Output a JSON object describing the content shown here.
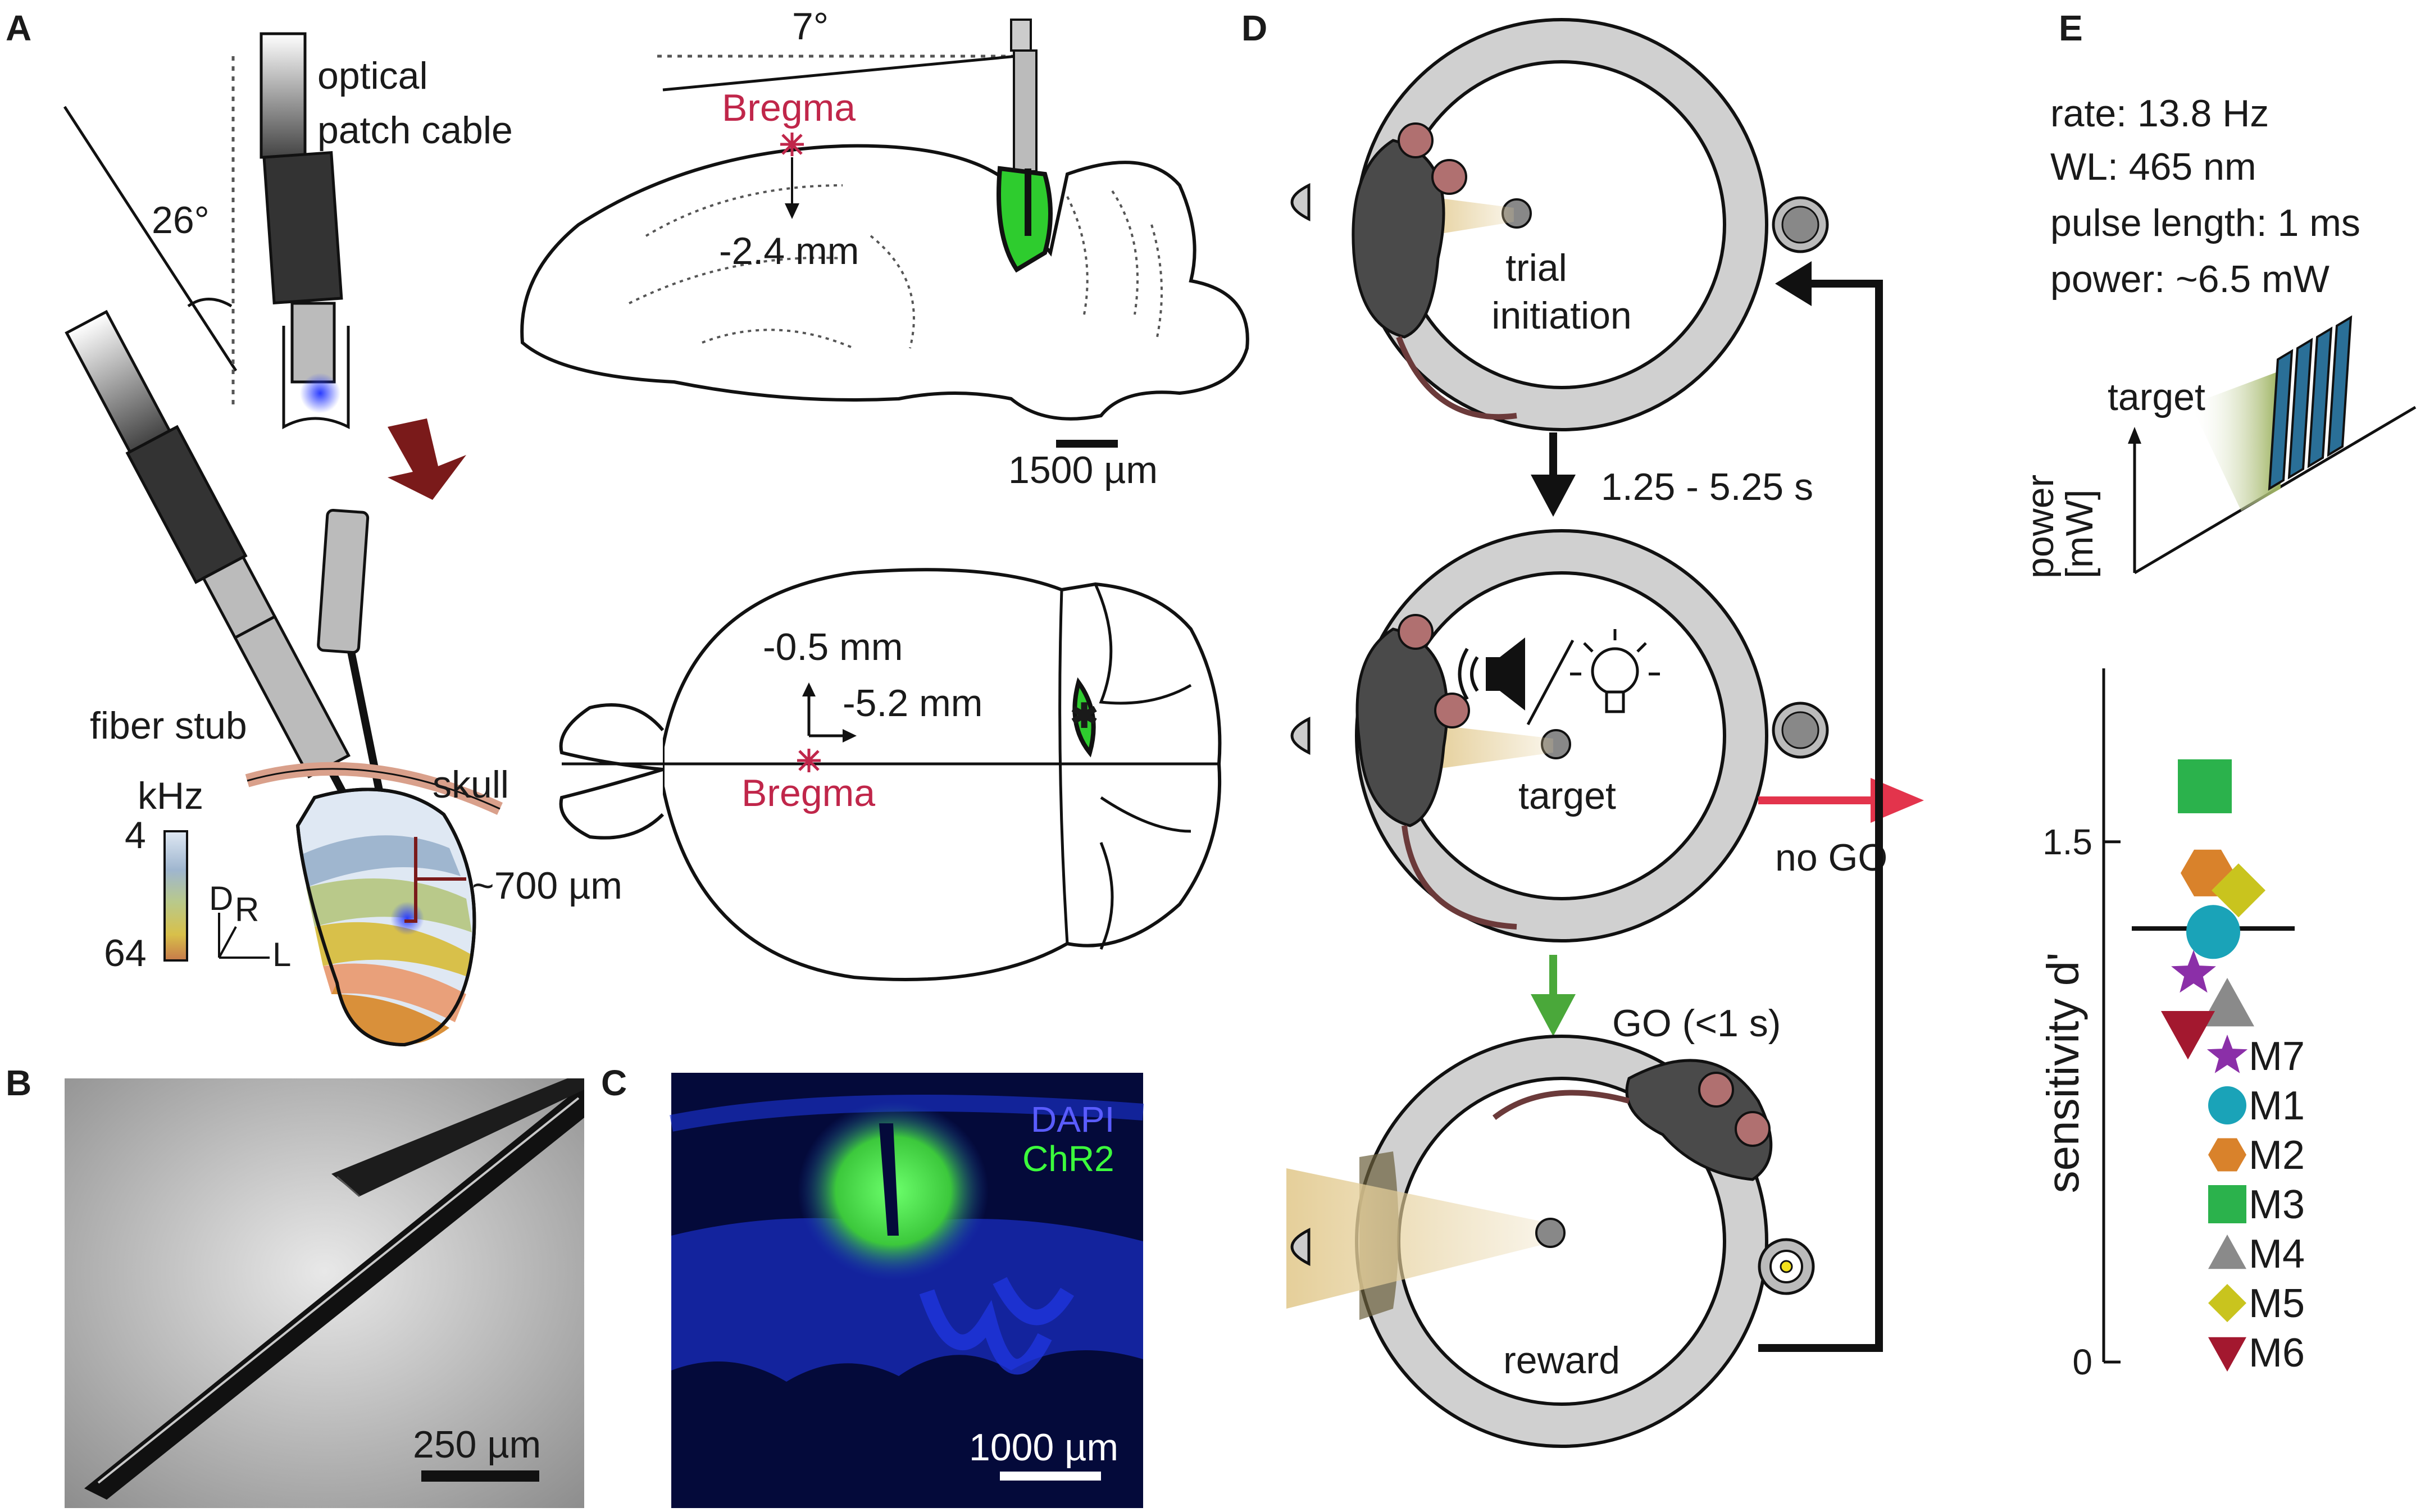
{
  "panels": {
    "a": "A",
    "b": "B",
    "c": "C",
    "d": "D",
    "e": "E"
  },
  "panel_a": {
    "angle_left": "26°",
    "angle_top": "7°",
    "cable": [
      "optical",
      "patch cable"
    ],
    "fiber_stub": "fiber stub",
    "skull": "skull",
    "depth": "~700 µm",
    "bregma_side": "Bregma",
    "ap_side": "-2.4 mm",
    "scale_side": "1500 µm",
    "ml_top": "-0.5 mm",
    "ap_top": "-5.2 mm",
    "bregma_top": "Bregma",
    "freq_unit": "kHz",
    "freq_low": "4",
    "freq_high": "64",
    "axis_d": "D",
    "axis_r": "R",
    "axis_l": "L"
  },
  "panel_b": {
    "scale": "250 µm"
  },
  "panel_c": {
    "dapi": "DAPI",
    "chr2": "ChR2",
    "scale": "1000 µm"
  },
  "panel_d": {
    "trial": [
      "trial",
      "initiation"
    ],
    "delay": "1.25 - 5.25 s",
    "target": "target",
    "no_go": "no GO",
    "go": "GO (<1 s)",
    "reward": "reward"
  },
  "panel_e": {
    "params": [
      "rate: 13.8 Hz",
      "WL: 465 nm",
      "pulse length: 1 ms",
      "power: ~6.5 mW"
    ],
    "stim_target": "target",
    "power_label": [
      "power",
      "[mW]"
    ],
    "colors": {
      "accent": "#c0264a",
      "green_opsin": "#2ecc2e",
      "pulse": "#2a6f97"
    }
  },
  "chart_data": {
    "type": "scatter",
    "ylabel": "sensitivity d'",
    "ylim": [
      0,
      2.0
    ],
    "yticks": [
      0,
      1.5
    ],
    "mean": 1.25,
    "series": [
      {
        "name": "M7",
        "y": 1.12,
        "marker": "star",
        "color": "#8b2fa8"
      },
      {
        "name": "M1",
        "y": 1.24,
        "marker": "circle",
        "color": "#1aa3b8"
      },
      {
        "name": "M2",
        "y": 1.41,
        "marker": "hexagon",
        "color": "#d9822b"
      },
      {
        "name": "M3",
        "y": 1.66,
        "marker": "square",
        "color": "#2bb24c"
      },
      {
        "name": "M4",
        "y": 1.03,
        "marker": "triangle-up",
        "color": "#8a8a8a"
      },
      {
        "name": "M5",
        "y": 1.36,
        "marker": "diamond",
        "color": "#c9c41e"
      },
      {
        "name": "M6",
        "y": 0.95,
        "marker": "triangle-down",
        "color": "#a3182f"
      }
    ]
  }
}
